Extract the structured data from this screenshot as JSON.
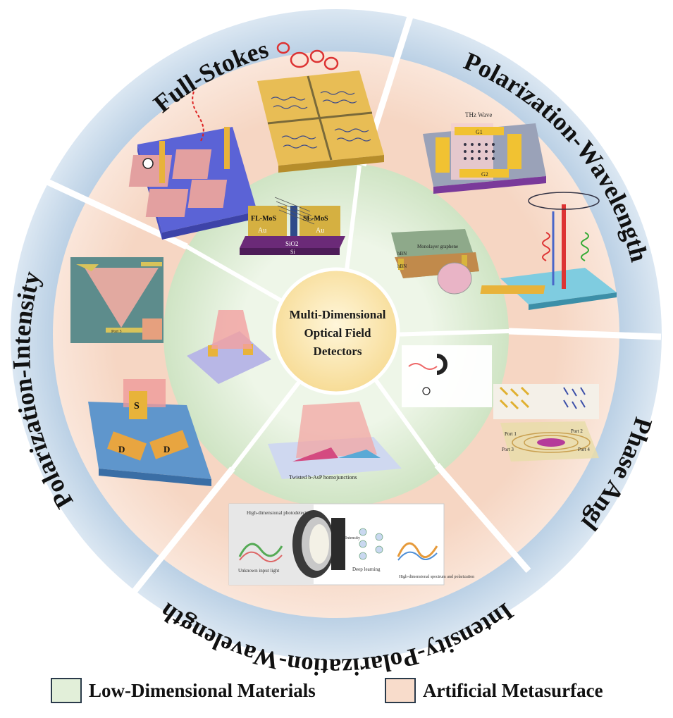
{
  "center": {
    "lines": [
      "Multi-Dimensional",
      "Optical Field",
      "Detectors"
    ]
  },
  "sectors": [
    {
      "label": "Full-Stokes"
    },
    {
      "label": "Polarization-Wavelength"
    },
    {
      "label": "Phase Angle"
    },
    {
      "label": "Intensity-Polarization-Wavelength"
    },
    {
      "label": "Polarization-Intensity"
    }
  ],
  "device_labels": {
    "fl_mos": "FL-MoS",
    "sl_mos": "SL-MoS",
    "au_left": "Au",
    "au_right": "Au",
    "sio2": "SiO2",
    "si": "Si",
    "monolayer_graphene": "Monolayer graphene",
    "hbn_top": "hBN",
    "hbn_bottom": "hBN",
    "twisted_bp": "Twisted b-AsP homojunctions",
    "unknown_input": "Unknown input light",
    "photodetector": "High-dimensional photodetector",
    "deep_learning": "Deep learning",
    "intensity": "Intensity",
    "spectrum_out": "High-dimensional spectrum and polarization",
    "port1": "Port 1",
    "port2": "Port 2",
    "port3": "Port 3",
    "port4": "Port 4",
    "thz_wave": "THz Wave",
    "g1": "G1",
    "g2": "G2",
    "s_label": "S",
    "d1_label": "D",
    "d2_label": "D"
  },
  "legend": [
    {
      "label": "Low-Dimensional Materials",
      "color": "#e2efd9"
    },
    {
      "label": "Artificial Metasurface",
      "color": "#f8dccb"
    }
  ],
  "colors": {
    "outer_ring": "#c7d9ea",
    "outer_fill": "#f8dccb",
    "inner_fill": "#dcebd3",
    "center_fill": "#fbe6b4"
  }
}
